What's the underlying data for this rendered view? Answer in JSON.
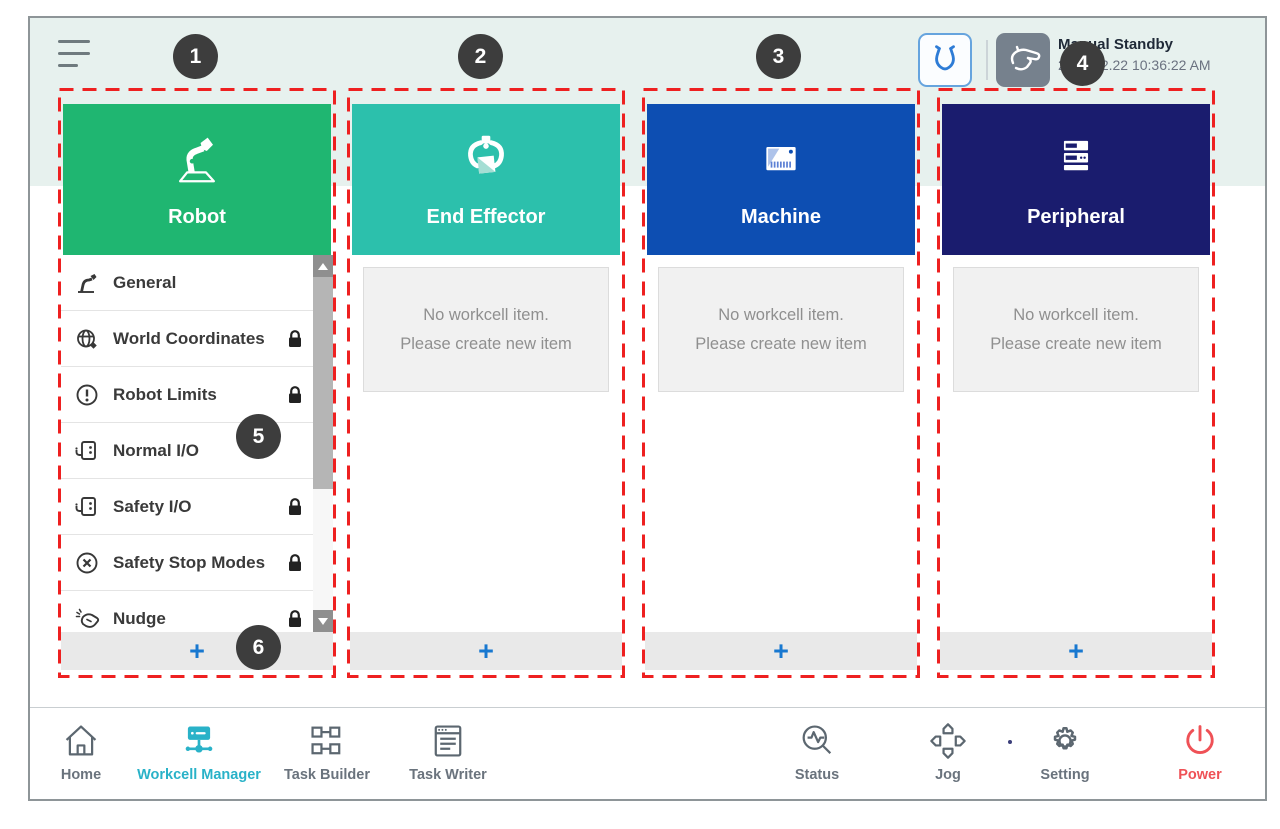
{
  "screen": {
    "top_bar": {
      "menu_icon": "hamburger-icon",
      "robot_state": "Manual Standby",
      "timestamp": "2022.12.22 10:36:22 AM"
    },
    "badges": [
      "1",
      "2",
      "3",
      "4",
      "5",
      "6"
    ],
    "columns": [
      {
        "title": "Robot",
        "color": "#1fb671",
        "items": [
          {
            "label": "General",
            "icon": "robot-general-icon",
            "locked": false
          },
          {
            "label": "World Coordinates",
            "icon": "world-coordinates-icon",
            "locked": true
          },
          {
            "label": "Robot Limits",
            "icon": "robot-limits-icon",
            "locked": true
          },
          {
            "label": "Normal I/O",
            "icon": "normal-io-icon",
            "locked": false
          },
          {
            "label": "Safety I/O",
            "icon": "safety-io-icon",
            "locked": true
          },
          {
            "label": "Safety Stop Modes",
            "icon": "safety-stop-modes-icon",
            "locked": true
          },
          {
            "label": "Nudge",
            "icon": "nudge-icon",
            "locked": true
          }
        ],
        "add_label": "+"
      },
      {
        "title": "End Effector",
        "color": "#2cc0ac",
        "empty": {
          "line1": "No workcell item.",
          "line2": "Please create new item"
        },
        "add_label": "+"
      },
      {
        "title": "Machine",
        "color": "#0d4eb2",
        "empty": {
          "line1": "No workcell item.",
          "line2": "Please create new item"
        },
        "add_label": "+"
      },
      {
        "title": "Peripheral",
        "color": "#1a1c6e",
        "empty": {
          "line1": "No workcell item.",
          "line2": "Please create new item"
        },
        "add_label": "+"
      }
    ],
    "bottom_nav": {
      "items": [
        {
          "label": "Home",
          "icon": "home-icon",
          "active": false
        },
        {
          "label": "Workcell Manager",
          "icon": "workcell-manager-icon",
          "active": true
        },
        {
          "label": "Task Builder",
          "icon": "task-builder-icon",
          "active": false
        },
        {
          "label": "Task Writer",
          "icon": "task-writer-icon",
          "active": false
        },
        {
          "label": "Status",
          "icon": "status-icon",
          "active": false
        },
        {
          "label": "Jog",
          "icon": "jog-icon",
          "active": false
        },
        {
          "label": "Setting",
          "icon": "setting-icon",
          "active": false
        },
        {
          "label": "Power",
          "icon": "power-icon",
          "active": false
        }
      ]
    },
    "colors": {
      "background_top": "#e7f1ee",
      "annotation_red": "#ee2020",
      "active_nav": "#29b2c8",
      "power_red": "#ef5156",
      "add_plus_blue": "#1878d0",
      "badge_bg": "#3d3d3d"
    }
  }
}
